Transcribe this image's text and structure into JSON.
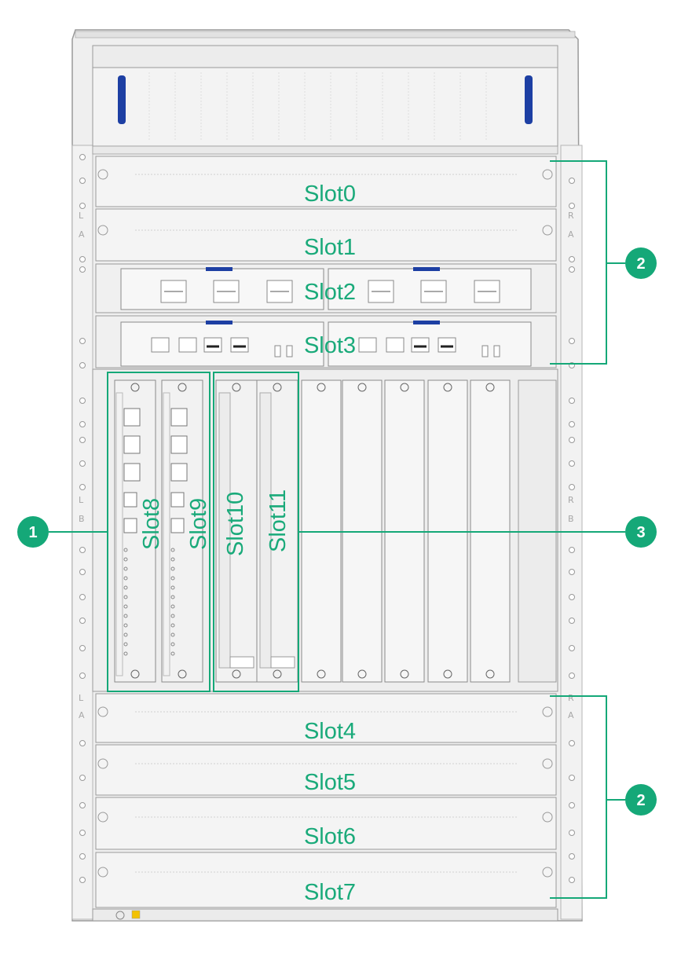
{
  "colors": {
    "accent": "#15a878",
    "chassis": "#eeeeee",
    "panel": "#f4f4f4",
    "outline": "#9a9a9a",
    "handle": "#1d3fa3"
  },
  "rails": {
    "left_top": [
      "L",
      "A"
    ],
    "left_mid": [
      "L",
      "B"
    ],
    "left_bottom": [
      "L",
      "A"
    ],
    "right_top": [
      "R",
      "A"
    ],
    "right_mid": [
      "R",
      "B"
    ],
    "right_bottom": [
      "R",
      "A"
    ]
  },
  "horizontal_slots": {
    "top": [
      "Slot0",
      "Slot1"
    ],
    "interface": [
      "Slot2",
      "Slot3"
    ],
    "bottom": [
      "Slot4",
      "Slot5",
      "Slot6",
      "Slot7"
    ]
  },
  "vertical_slots": {
    "group1": [
      "Slot8",
      "Slot9"
    ],
    "group3": [
      "Slot10",
      "Slot11"
    ]
  },
  "callouts": {
    "c1": "1",
    "c2_top": "2",
    "c3": "3",
    "c2_bottom": "2"
  }
}
